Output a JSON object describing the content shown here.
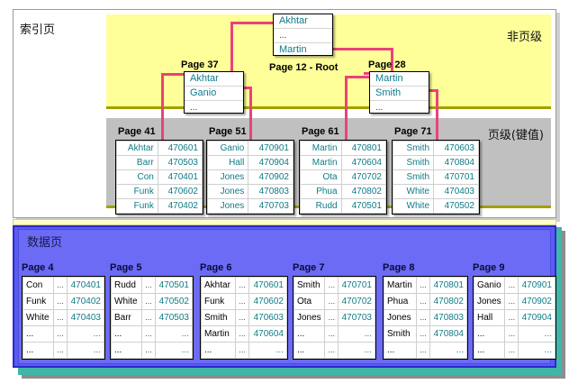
{
  "labels": {
    "index_pages": "索引页",
    "non_leaf_level": "非页级",
    "leaf_level": "页级(键值)",
    "data_pages": "数据页"
  },
  "colors": {
    "non_leaf_band": "#ffff99",
    "leaf_band": "#c0c0c0",
    "data_band": "#5b5bf0",
    "connector": "#e8437a",
    "key_text": "#0f7b86"
  },
  "index": {
    "root": {
      "caption": "Page 12 - Root",
      "rows": [
        "Akhtar",
        "...",
        "Martin"
      ]
    },
    "intermediate": [
      {
        "caption": "Page 37",
        "rows": [
          "Akhtar",
          "Ganio",
          "..."
        ]
      },
      {
        "caption": "Page 28",
        "rows": [
          "Martin",
          "Smith",
          "..."
        ]
      }
    ],
    "leaf_pages": [
      {
        "caption": "Page 41",
        "rows": [
          [
            "Akhtar",
            "470601"
          ],
          [
            "Barr",
            "470503"
          ],
          [
            "Con",
            "470401"
          ],
          [
            "Funk",
            "470602"
          ],
          [
            "Funk",
            "470402"
          ]
        ]
      },
      {
        "caption": "Page 51",
        "rows": [
          [
            "Ganio",
            "470901"
          ],
          [
            "Hall",
            "470904"
          ],
          [
            "Jones",
            "470902"
          ],
          [
            "Jones",
            "470803"
          ],
          [
            "Jones",
            "470703"
          ]
        ]
      },
      {
        "caption": "Page 61",
        "rows": [
          [
            "Martin",
            "470801"
          ],
          [
            "Martin",
            "470604"
          ],
          [
            "Ota",
            "470702"
          ],
          [
            "Phua",
            "470802"
          ],
          [
            "Rudd",
            "470501"
          ]
        ]
      },
      {
        "caption": "Page 71",
        "rows": [
          [
            "Smith",
            "470603"
          ],
          [
            "Smith",
            "470804"
          ],
          [
            "Smith",
            "470701"
          ],
          [
            "White",
            "470403"
          ],
          [
            "White",
            "470502"
          ]
        ]
      }
    ]
  },
  "data_pages": [
    {
      "caption": "Page 4",
      "rows": [
        [
          "Con",
          "...",
          "470401"
        ],
        [
          "Funk",
          "...",
          "470402"
        ],
        [
          "White",
          "...",
          "470403"
        ],
        [
          "...",
          "...",
          "..."
        ],
        [
          "...",
          "...",
          "..."
        ]
      ]
    },
    {
      "caption": "Page 5",
      "rows": [
        [
          "Rudd",
          "...",
          "470501"
        ],
        [
          "White",
          "...",
          "470502"
        ],
        [
          "Barr",
          "...",
          "470503"
        ],
        [
          "...",
          "...",
          "..."
        ],
        [
          "...",
          "...",
          "..."
        ]
      ]
    },
    {
      "caption": "Page 6",
      "rows": [
        [
          "Akhtar",
          "...",
          "470601"
        ],
        [
          "Funk",
          "...",
          "470602"
        ],
        [
          "Smith",
          "...",
          "470603"
        ],
        [
          "Martin",
          "...",
          "470604"
        ],
        [
          "...",
          "...",
          "..."
        ]
      ]
    },
    {
      "caption": "Page 7",
      "rows": [
        [
          "Smith",
          "...",
          "470701"
        ],
        [
          "Ota",
          "...",
          "470702"
        ],
        [
          "Jones",
          "...",
          "470703"
        ],
        [
          "...",
          "...",
          "..."
        ],
        [
          "...",
          "...",
          "..."
        ]
      ]
    },
    {
      "caption": "Page 8",
      "rows": [
        [
          "Martin",
          "...",
          "470801"
        ],
        [
          "Phua",
          "...",
          "470802"
        ],
        [
          "Jones",
          "...",
          "470803"
        ],
        [
          "Smith",
          "...",
          "470804"
        ],
        [
          "...",
          "...",
          "..."
        ]
      ]
    },
    {
      "caption": "Page 9",
      "rows": [
        [
          "Ganio",
          "...",
          "470901"
        ],
        [
          "Jones",
          "...",
          "470902"
        ],
        [
          "Hall",
          "...",
          "470904"
        ],
        [
          "...",
          "...",
          "..."
        ],
        [
          "...",
          "...",
          "..."
        ]
      ]
    }
  ]
}
